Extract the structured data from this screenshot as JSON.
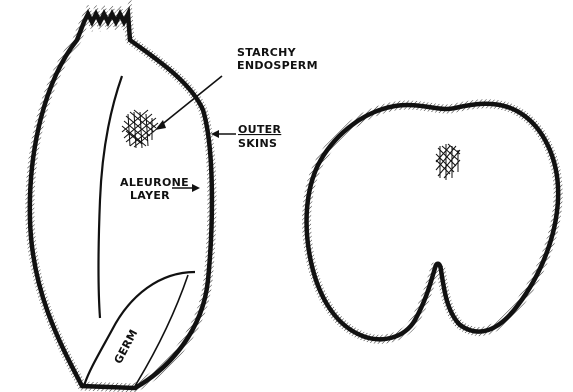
{
  "labels": {
    "starchy_1": "STARCHY",
    "starchy_2": "ENDOSPERM",
    "outer_1": "OUTER",
    "outer_2": "SKINS",
    "aleurone_1": "ALEURONE",
    "aleurone_2": "LAYER",
    "germ": "GERM"
  },
  "colors": {
    "ink": "#111111",
    "background": "#ffffff"
  }
}
